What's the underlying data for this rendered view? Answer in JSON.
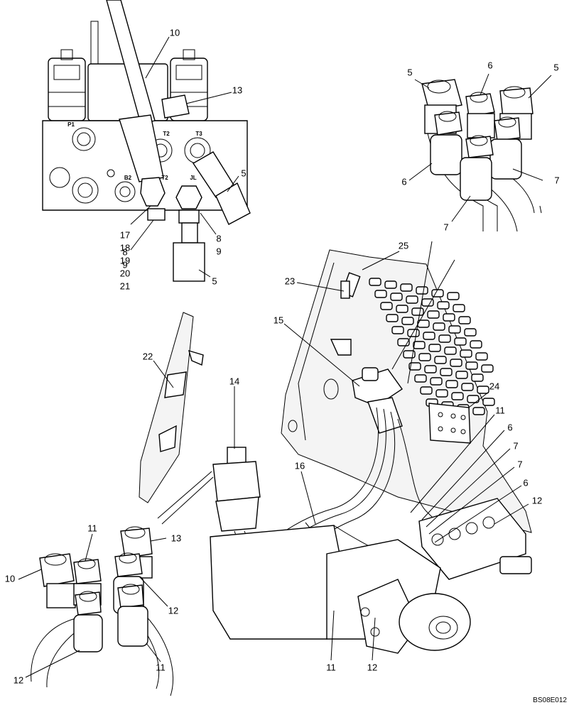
{
  "diagram": {
    "document_id": "BS08E012",
    "port_markings": {
      "p1": "P1",
      "t2_upper": "T2",
      "t3": "T3",
      "b2": "B2",
      "t2_lower": "T2",
      "jl": "JL"
    },
    "callouts": {
      "top_left": {
        "c10": "10",
        "c13": "13",
        "c5a": "5",
        "c17": "17",
        "c18": "18",
        "c19": "19",
        "c20": "20",
        "c21": "21",
        "c8a": "8",
        "c9a": "9",
        "c8b": "8",
        "c9b": "9",
        "c5b": "5"
      },
      "top_right": {
        "c5a": "5",
        "c6a": "6",
        "c5b": "5",
        "c6b": "6",
        "c7a": "7",
        "c7b": "7"
      },
      "machine": {
        "c25": "25",
        "c23": "23",
        "c15": "15",
        "c22": "22",
        "c14": "14",
        "c24": "24",
        "c11a": "11",
        "c6a": "6",
        "c7a": "7",
        "c7b": "7",
        "c6b": "6",
        "c16": "16",
        "c12a": "12",
        "c11b": "11",
        "c12b": "12"
      },
      "bottom_left": {
        "c11a": "11",
        "c13": "13",
        "c10": "10",
        "c12a": "12",
        "c12b": "12",
        "c11b": "11"
      }
    }
  }
}
